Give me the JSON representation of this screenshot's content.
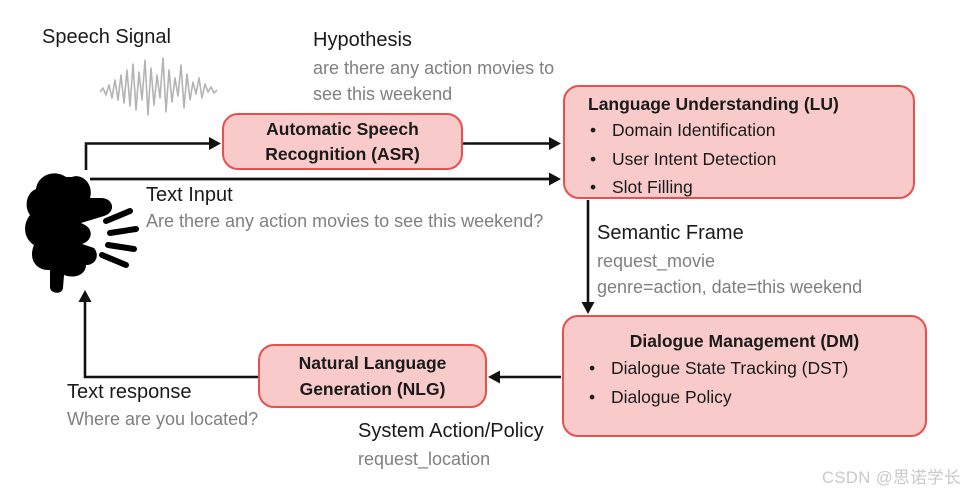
{
  "diagram": {
    "speech_signal_label": "Speech Signal",
    "hypothesis": {
      "label": "Hypothesis",
      "line1": "are there any action movies to",
      "line2": "see this weekend"
    },
    "asr_box": {
      "title_line1": "Automatic Speech",
      "title_line2": "Recognition (ASR)"
    },
    "lu_box": {
      "title": "Language Understanding (LU)",
      "bullets": [
        "Domain Identification",
        "User Intent Detection",
        "Slot Filling"
      ]
    },
    "text_input": {
      "label": "Text Input",
      "value": "Are there any action movies to see this weekend?"
    },
    "semantic_frame": {
      "label": "Semantic Frame",
      "line1": "request_movie",
      "line2": "genre=action, date=this weekend"
    },
    "dm_box": {
      "title": "Dialogue Management (DM)",
      "bullets": [
        "Dialogue State Tracking (DST)",
        "Dialogue Policy"
      ]
    },
    "nlg_box": {
      "title_line1": "Natural Language",
      "title_line2": "Generation (NLG)"
    },
    "system_action": {
      "label": "System Action/Policy",
      "value": "request_location"
    },
    "text_response": {
      "label": "Text response",
      "value": "Where are you located?"
    },
    "watermark": "CSDN @思诺学长",
    "colors": {
      "box_fill": "#f8caca",
      "box_border": "#e8504e",
      "black_text": "#1a1a1a",
      "gray_text": "#7f7f7f",
      "waveform": "#b3b3b3",
      "watermark": "#c9c9c9"
    }
  }
}
